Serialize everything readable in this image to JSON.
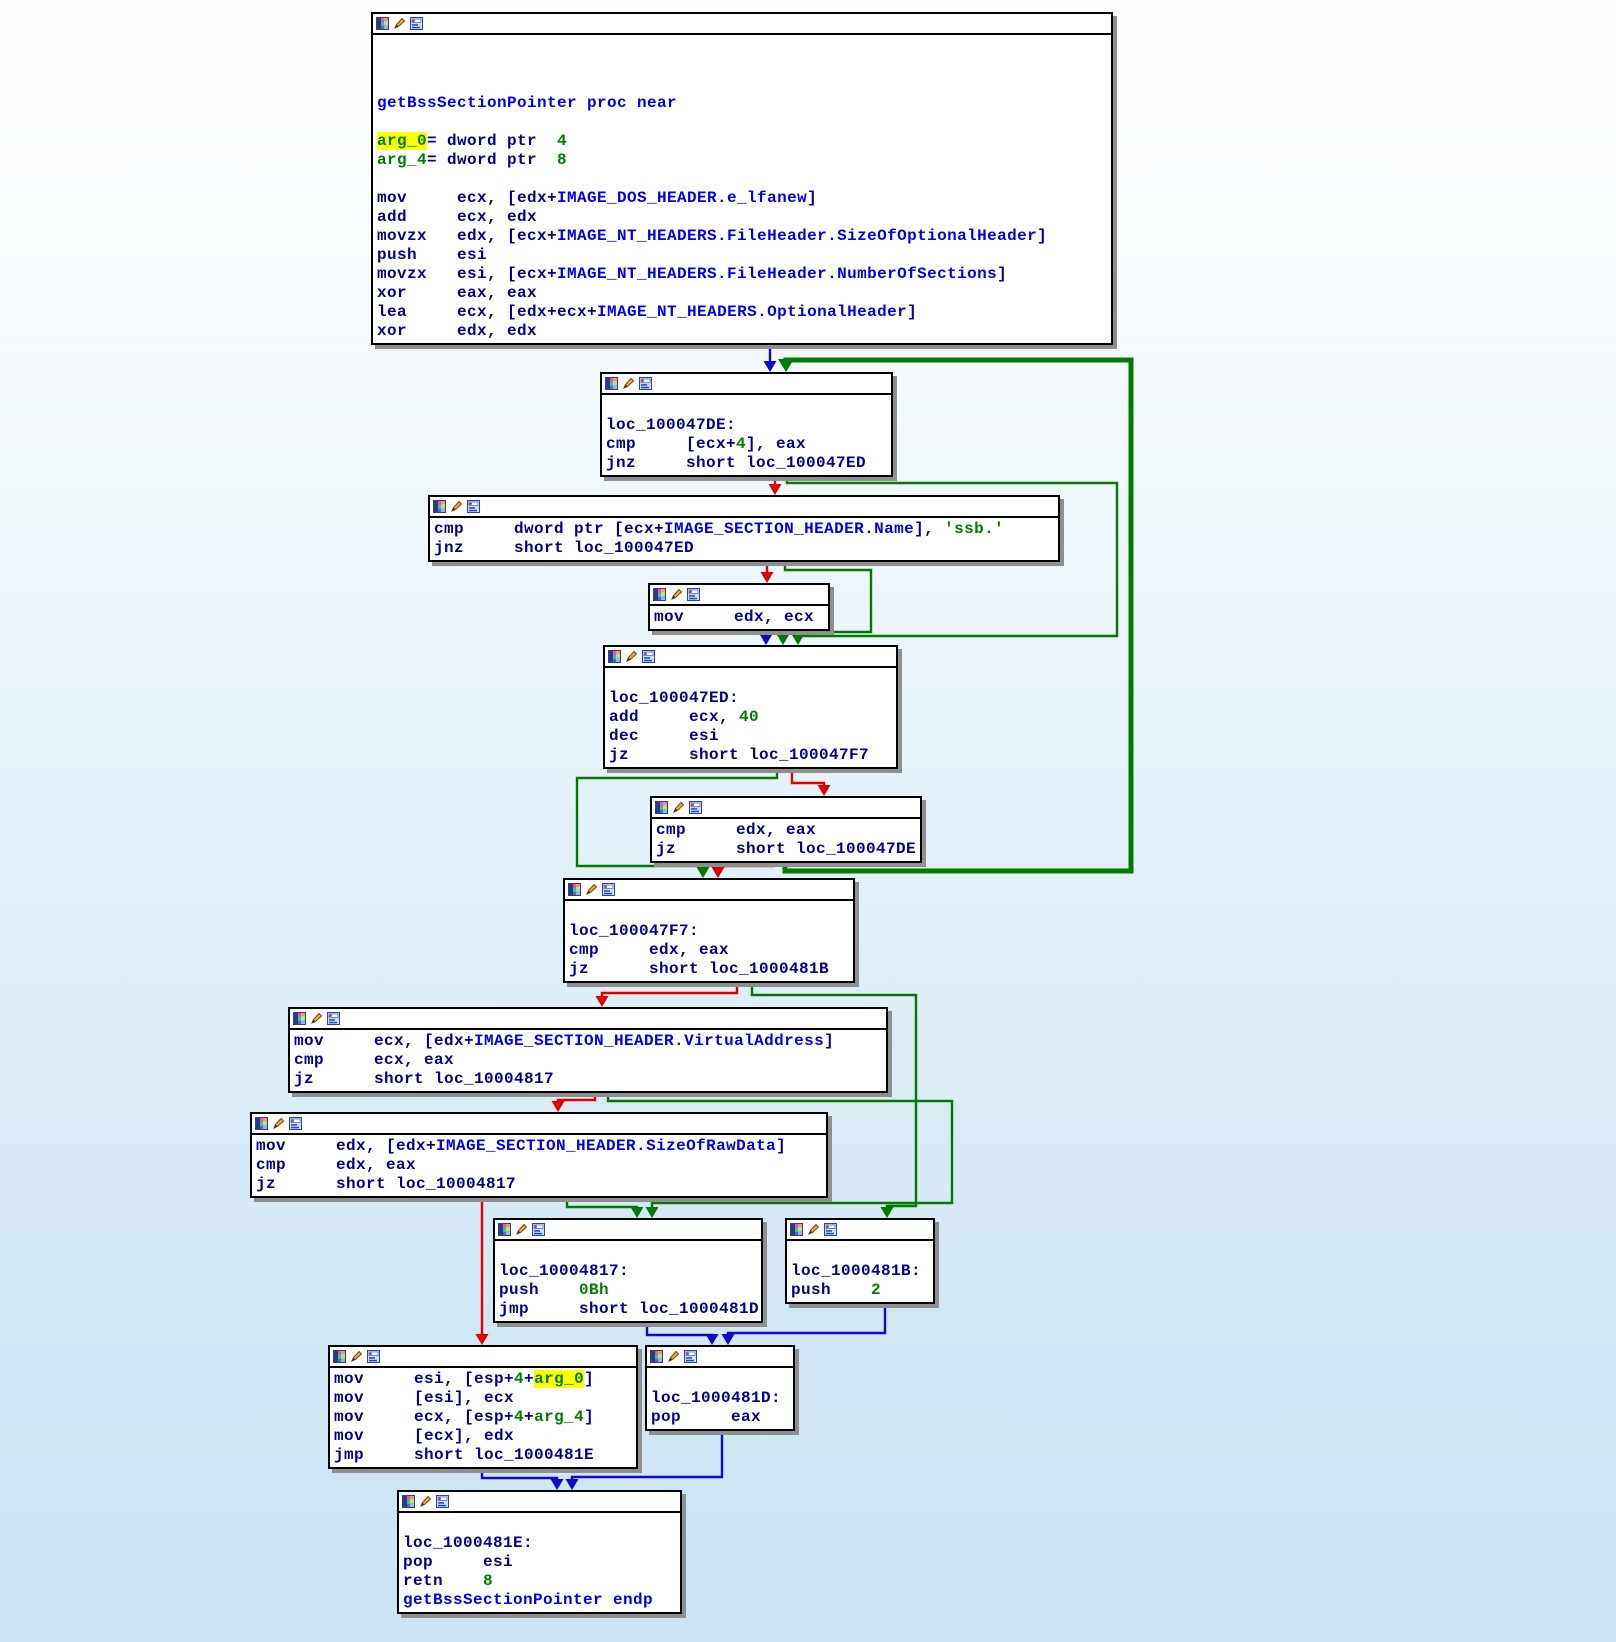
{
  "app": "ida-graph-view",
  "colors": {
    "text_navy": "#00008b",
    "text_blue": "#0000f0",
    "text_green": "#007d00",
    "highlight_yellow": "#ffff00",
    "edge_true_green": "#007a00",
    "edge_false_red": "#e00000",
    "edge_uncond_blue": "#0b0bd0",
    "node_background": "#ffffff",
    "node_border": "#000000",
    "node_shadow": "#8f8f8f"
  },
  "node_toolbar_icons": [
    {
      "name": "node-color-icon"
    },
    {
      "name": "node-edit-icon"
    },
    {
      "name": "node-group-icon"
    }
  ],
  "function_name": "getBssSectionPointer",
  "blocks": [
    {
      "id": "entry",
      "lines": [
        [],
        [],
        [],
        [
          {
            "t": "getBssSectionPointer proc near",
            "c": "blue"
          }
        ],
        [],
        [
          {
            "t": "arg_0",
            "c": "green",
            "hl": true
          },
          {
            "t": "= dword ptr  ",
            "c": "navy"
          },
          {
            "t": "4",
            "c": "green"
          }
        ],
        [
          {
            "t": "arg_4",
            "c": "green"
          },
          {
            "t": "= dword ptr  ",
            "c": "navy"
          },
          {
            "t": "8",
            "c": "green"
          }
        ],
        [],
        [
          {
            "t": "mov     ecx, [edx+",
            "c": "navy"
          },
          {
            "t": "IMAGE_DOS_HEADER.e_lfanew",
            "c": "blue"
          },
          {
            "t": "]",
            "c": "navy"
          }
        ],
        [
          {
            "t": "add     ecx, edx",
            "c": "navy"
          }
        ],
        [
          {
            "t": "movzx   edx, [ecx+",
            "c": "navy"
          },
          {
            "t": "IMAGE_NT_HEADERS.FileHeader.SizeOfOptionalHeader",
            "c": "blue"
          },
          {
            "t": "]",
            "c": "navy"
          }
        ],
        [
          {
            "t": "push    esi",
            "c": "navy"
          }
        ],
        [
          {
            "t": "movzx   esi, [ecx+",
            "c": "navy"
          },
          {
            "t": "IMAGE_NT_HEADERS.FileHeader.NumberOfSections",
            "c": "blue"
          },
          {
            "t": "]",
            "c": "navy"
          }
        ],
        [
          {
            "t": "xor     eax, eax",
            "c": "navy"
          }
        ],
        [
          {
            "t": "lea     ecx, [edx+ecx+",
            "c": "navy"
          },
          {
            "t": "IMAGE_NT_HEADERS.OptionalHeader",
            "c": "blue"
          },
          {
            "t": "]",
            "c": "navy"
          }
        ],
        [
          {
            "t": "xor     edx, edx",
            "c": "navy"
          }
        ]
      ]
    },
    {
      "id": "loc_100047DE",
      "lines": [
        [],
        [
          {
            "t": "loc_100047DE:",
            "c": "navy"
          }
        ],
        [
          {
            "t": "cmp     [ecx+",
            "c": "navy"
          },
          {
            "t": "4",
            "c": "green"
          },
          {
            "t": "], eax",
            "c": "navy"
          }
        ],
        [
          {
            "t": "jnz     short loc_100047ED",
            "c": "navy"
          }
        ]
      ]
    },
    {
      "id": "cmp_section_name",
      "lines": [
        [
          {
            "t": "cmp     dword ptr [ecx+",
            "c": "navy"
          },
          {
            "t": "IMAGE_SECTION_HEADER.Name",
            "c": "blue"
          },
          {
            "t": "], ",
            "c": "navy"
          },
          {
            "t": "'ssb.'",
            "c": "green"
          }
        ],
        [
          {
            "t": "jnz     short loc_100047ED",
            "c": "navy"
          }
        ]
      ]
    },
    {
      "id": "mov_edx_ecx",
      "lines": [
        [
          {
            "t": "mov     edx, ecx",
            "c": "navy"
          }
        ]
      ]
    },
    {
      "id": "loc_100047ED",
      "lines": [
        [],
        [
          {
            "t": "loc_100047ED:",
            "c": "navy"
          }
        ],
        [
          {
            "t": "add     ecx, ",
            "c": "navy"
          },
          {
            "t": "40",
            "c": "green"
          }
        ],
        [
          {
            "t": "dec     esi",
            "c": "navy"
          }
        ],
        [
          {
            "t": "jz      short loc_100047F7",
            "c": "navy"
          }
        ]
      ]
    },
    {
      "id": "loop_check",
      "lines": [
        [
          {
            "t": "cmp     edx, eax",
            "c": "navy"
          }
        ],
        [
          {
            "t": "jz      short loc_100047DE",
            "c": "navy"
          }
        ]
      ]
    },
    {
      "id": "loc_100047F7",
      "lines": [
        [],
        [
          {
            "t": "loc_100047F7:",
            "c": "navy"
          }
        ],
        [
          {
            "t": "cmp     edx, eax",
            "c": "navy"
          }
        ],
        [
          {
            "t": "jz      short loc_1000481B",
            "c": "navy"
          }
        ]
      ]
    },
    {
      "id": "check_virtual_address",
      "lines": [
        [
          {
            "t": "mov     ecx, [edx+",
            "c": "navy"
          },
          {
            "t": "IMAGE_SECTION_HEADER.VirtualAddress",
            "c": "blue"
          },
          {
            "t": "]",
            "c": "navy"
          }
        ],
        [
          {
            "t": "cmp     ecx, eax",
            "c": "navy"
          }
        ],
        [
          {
            "t": "jz      short loc_10004817",
            "c": "navy"
          }
        ]
      ]
    },
    {
      "id": "check_size_of_raw_data",
      "lines": [
        [
          {
            "t": "mov     edx, [edx+",
            "c": "navy"
          },
          {
            "t": "IMAGE_SECTION_HEADER.SizeOfRawData",
            "c": "blue"
          },
          {
            "t": "]",
            "c": "navy"
          }
        ],
        [
          {
            "t": "cmp     edx, eax",
            "c": "navy"
          }
        ],
        [
          {
            "t": "jz      short loc_10004817",
            "c": "navy"
          }
        ]
      ]
    },
    {
      "id": "loc_10004817",
      "lines": [
        [],
        [
          {
            "t": "loc_10004817:",
            "c": "navy"
          }
        ],
        [
          {
            "t": "push    ",
            "c": "navy"
          },
          {
            "t": "0Bh",
            "c": "green"
          }
        ],
        [
          {
            "t": "jmp     short loc_1000481D",
            "c": "navy"
          }
        ]
      ]
    },
    {
      "id": "loc_1000481B",
      "lines": [
        [],
        [
          {
            "t": "loc_1000481B:",
            "c": "navy"
          }
        ],
        [
          {
            "t": "push    ",
            "c": "navy"
          },
          {
            "t": "2",
            "c": "green"
          }
        ]
      ]
    },
    {
      "id": "store_results",
      "lines": [
        [
          {
            "t": "mov     esi, [esp+",
            "c": "navy"
          },
          {
            "t": "4",
            "c": "green"
          },
          {
            "t": "+",
            "c": "navy"
          },
          {
            "t": "arg_0",
            "c": "green",
            "hl": true
          },
          {
            "t": "]",
            "c": "navy"
          }
        ],
        [
          {
            "t": "mov     [esi], ecx",
            "c": "navy"
          }
        ],
        [
          {
            "t": "mov     ecx, [esp+",
            "c": "navy"
          },
          {
            "t": "4",
            "c": "green"
          },
          {
            "t": "+",
            "c": "navy"
          },
          {
            "t": "arg_4",
            "c": "green"
          },
          {
            "t": "]",
            "c": "navy"
          }
        ],
        [
          {
            "t": "mov     [ecx], edx",
            "c": "navy"
          }
        ],
        [
          {
            "t": "jmp     short loc_1000481E",
            "c": "navy"
          }
        ]
      ]
    },
    {
      "id": "loc_1000481D",
      "lines": [
        [],
        [
          {
            "t": "loc_1000481D:",
            "c": "navy"
          }
        ],
        [
          {
            "t": "pop     eax",
            "c": "navy"
          }
        ]
      ]
    },
    {
      "id": "loc_1000481E",
      "lines": [
        [],
        [
          {
            "t": "loc_1000481E:",
            "c": "navy"
          }
        ],
        [
          {
            "t": "pop     esi",
            "c": "navy"
          }
        ],
        [
          {
            "t": "retn    ",
            "c": "navy"
          },
          {
            "t": "8",
            "c": "green"
          }
        ],
        [
          {
            "t": "getBssSectionPointer endp",
            "c": "blue"
          }
        ]
      ]
    }
  ]
}
